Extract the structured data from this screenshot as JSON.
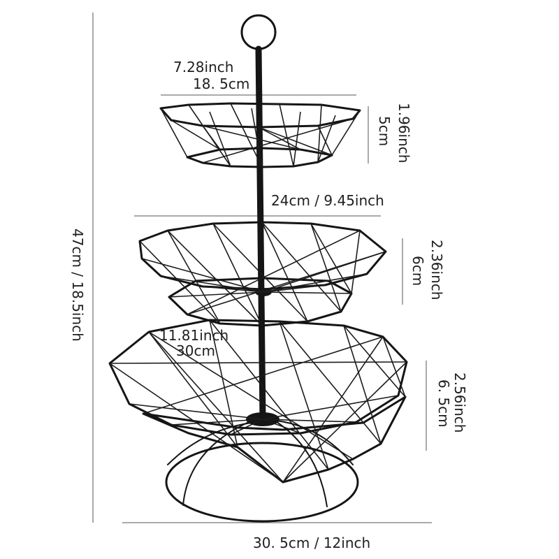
{
  "dimensions": {
    "top_width_inch": "7.28inch",
    "top_width_cm": "18. 5cm",
    "top_height_inch": "1.96inch",
    "top_height_cm": "5cm",
    "middle_width": "24cm / 9.45inch",
    "middle_height_inch": "2.36inch",
    "middle_height_cm": "6cm",
    "bottom_width_inch": "11.81inch",
    "bottom_width_cm": "30cm",
    "bottom_height_inch": "2.56inch",
    "bottom_height_cm": "6. 5cm",
    "total_height": "47cm  / 18.5inch",
    "base_width": "30. 5cm / 12inch"
  },
  "colors": {
    "wire": "#151515",
    "dimension_line": "#555555",
    "background": "#ffffff"
  }
}
